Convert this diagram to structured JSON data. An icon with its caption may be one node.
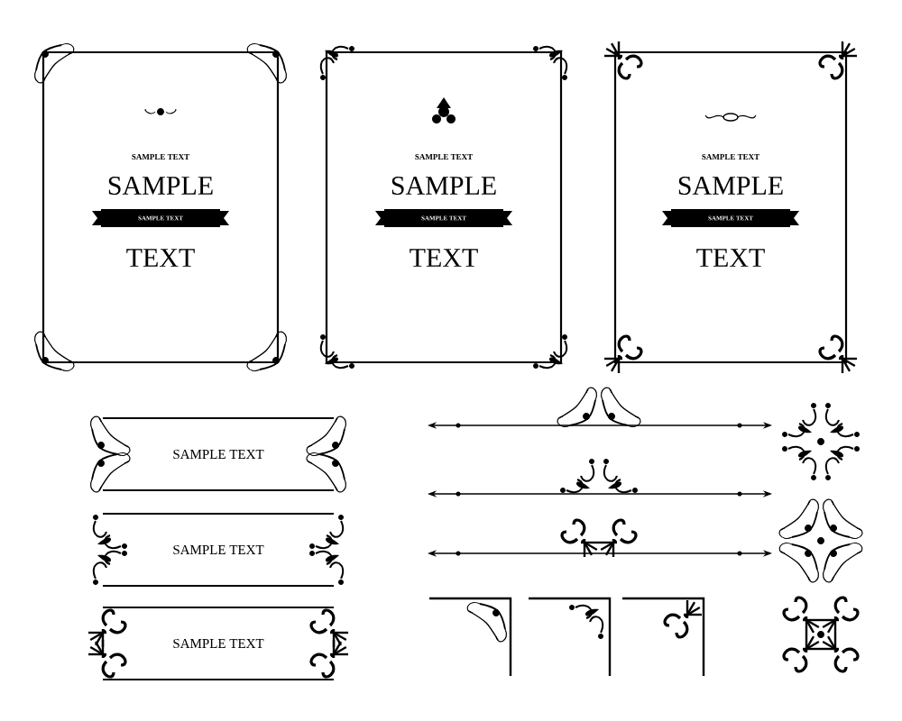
{
  "diagram": {
    "nodes": [
      {
        "text": [
          "SAMPLE TEXT",
          "SAMPLE",
          "SAMPLE TEXT",
          "TEXT"
        ]
      },
      {
        "text": [
          "SAMPLE TEXT",
          "SAMPLE",
          "SAMPLE TEXT",
          "TEXT"
        ]
      },
      {
        "text": [
          "SAMPLE TEXT",
          "SAMPLE",
          "SAMPLE TEXT",
          "TEXT"
        ]
      },
      {
        "text": [
          "SAMPLE TEXT"
        ]
      },
      {
        "text": [
          "SAMPLE TEXT"
        ]
      },
      {
        "text": [
          "SAMPLE TEXT"
        ]
      }
    ]
  }
}
